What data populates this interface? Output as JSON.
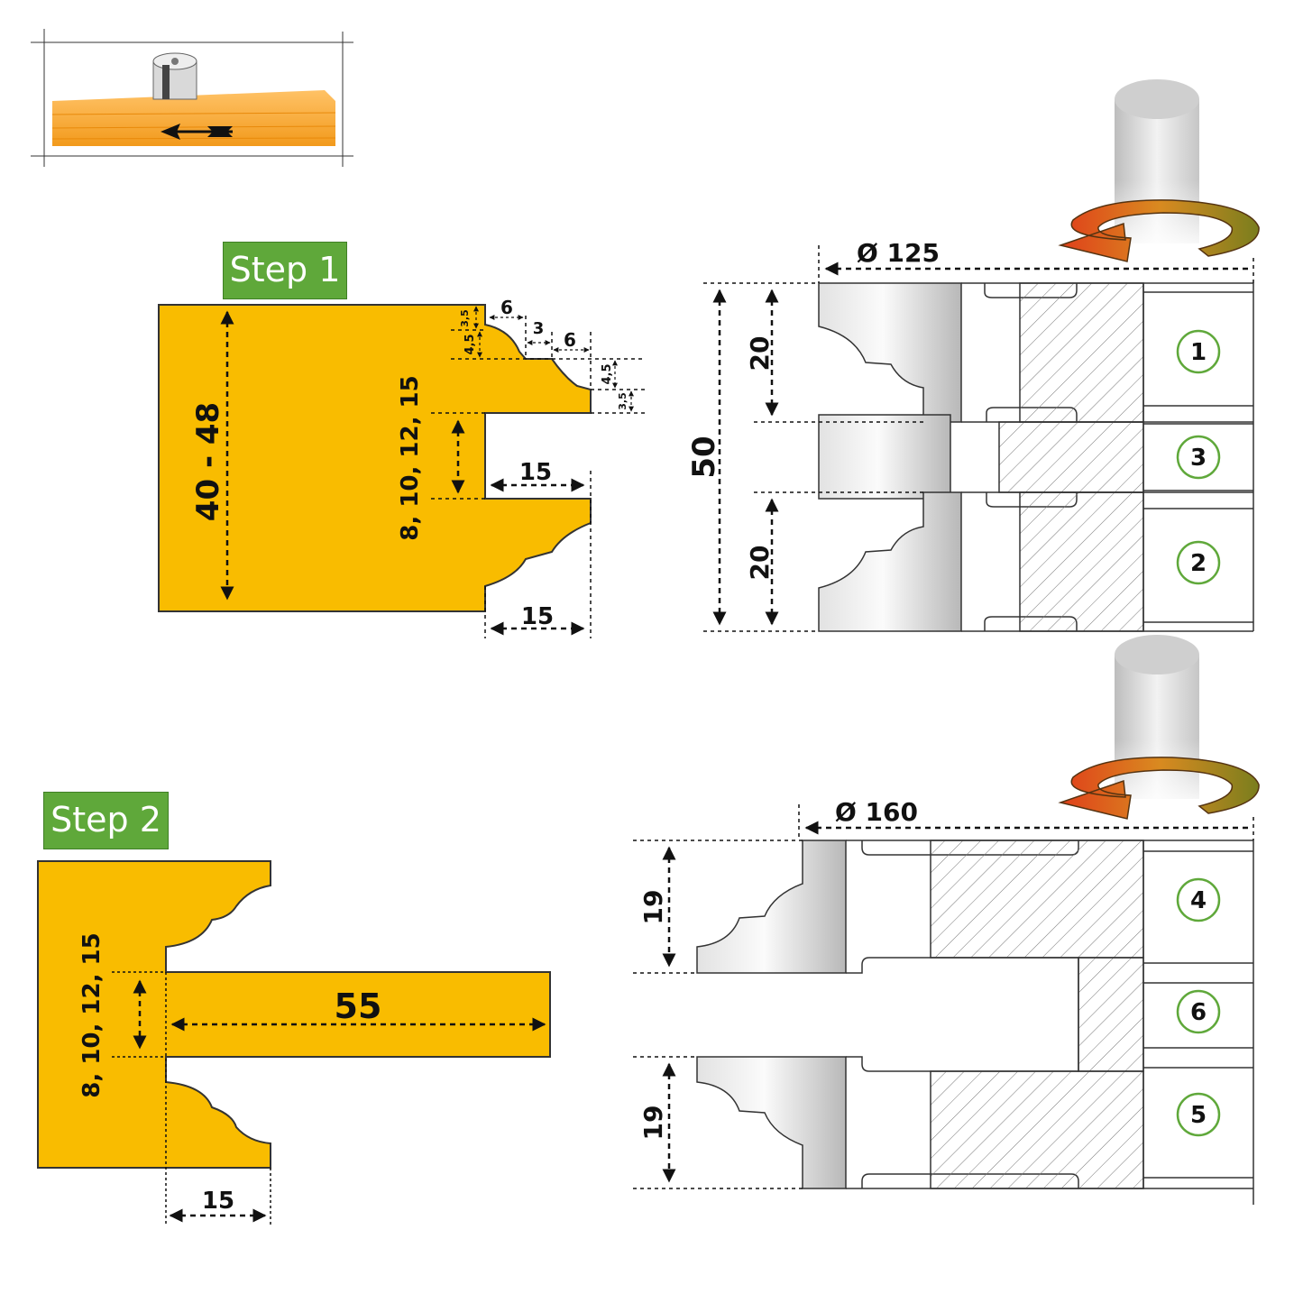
{
  "steps": {
    "step1": "Step 1",
    "step2": "Step 2"
  },
  "colors": {
    "workpiece": "#f9bc00",
    "step_label_bg": "#5fa83a",
    "arrow_red": "#e0401a",
    "arrow_olive": "#7a7e1e",
    "spindle": "#c9c9c9"
  },
  "step1_dims": {
    "height_range": "40 - 48",
    "tenon_options": "8, 10, 12, 15",
    "depth_top": "15",
    "depth_bottom": "15",
    "w6a": "6",
    "w3": "3",
    "w6b": "6",
    "h35a": "3,5",
    "h45a": "4,5",
    "h45b": "4,5",
    "h35b": "3,5"
  },
  "step2_dims": {
    "tenon_options": "8, 10, 12, 15",
    "length": "55",
    "depth": "15"
  },
  "cutter_top": {
    "diameter": "Ø 125",
    "total_height": "50",
    "upper_height": "20",
    "lower_height": "20",
    "items": [
      "1",
      "3",
      "2"
    ]
  },
  "cutter_bottom": {
    "diameter": "Ø 160",
    "upper_height": "19",
    "lower_height": "19",
    "items": [
      "4",
      "6",
      "5"
    ]
  }
}
